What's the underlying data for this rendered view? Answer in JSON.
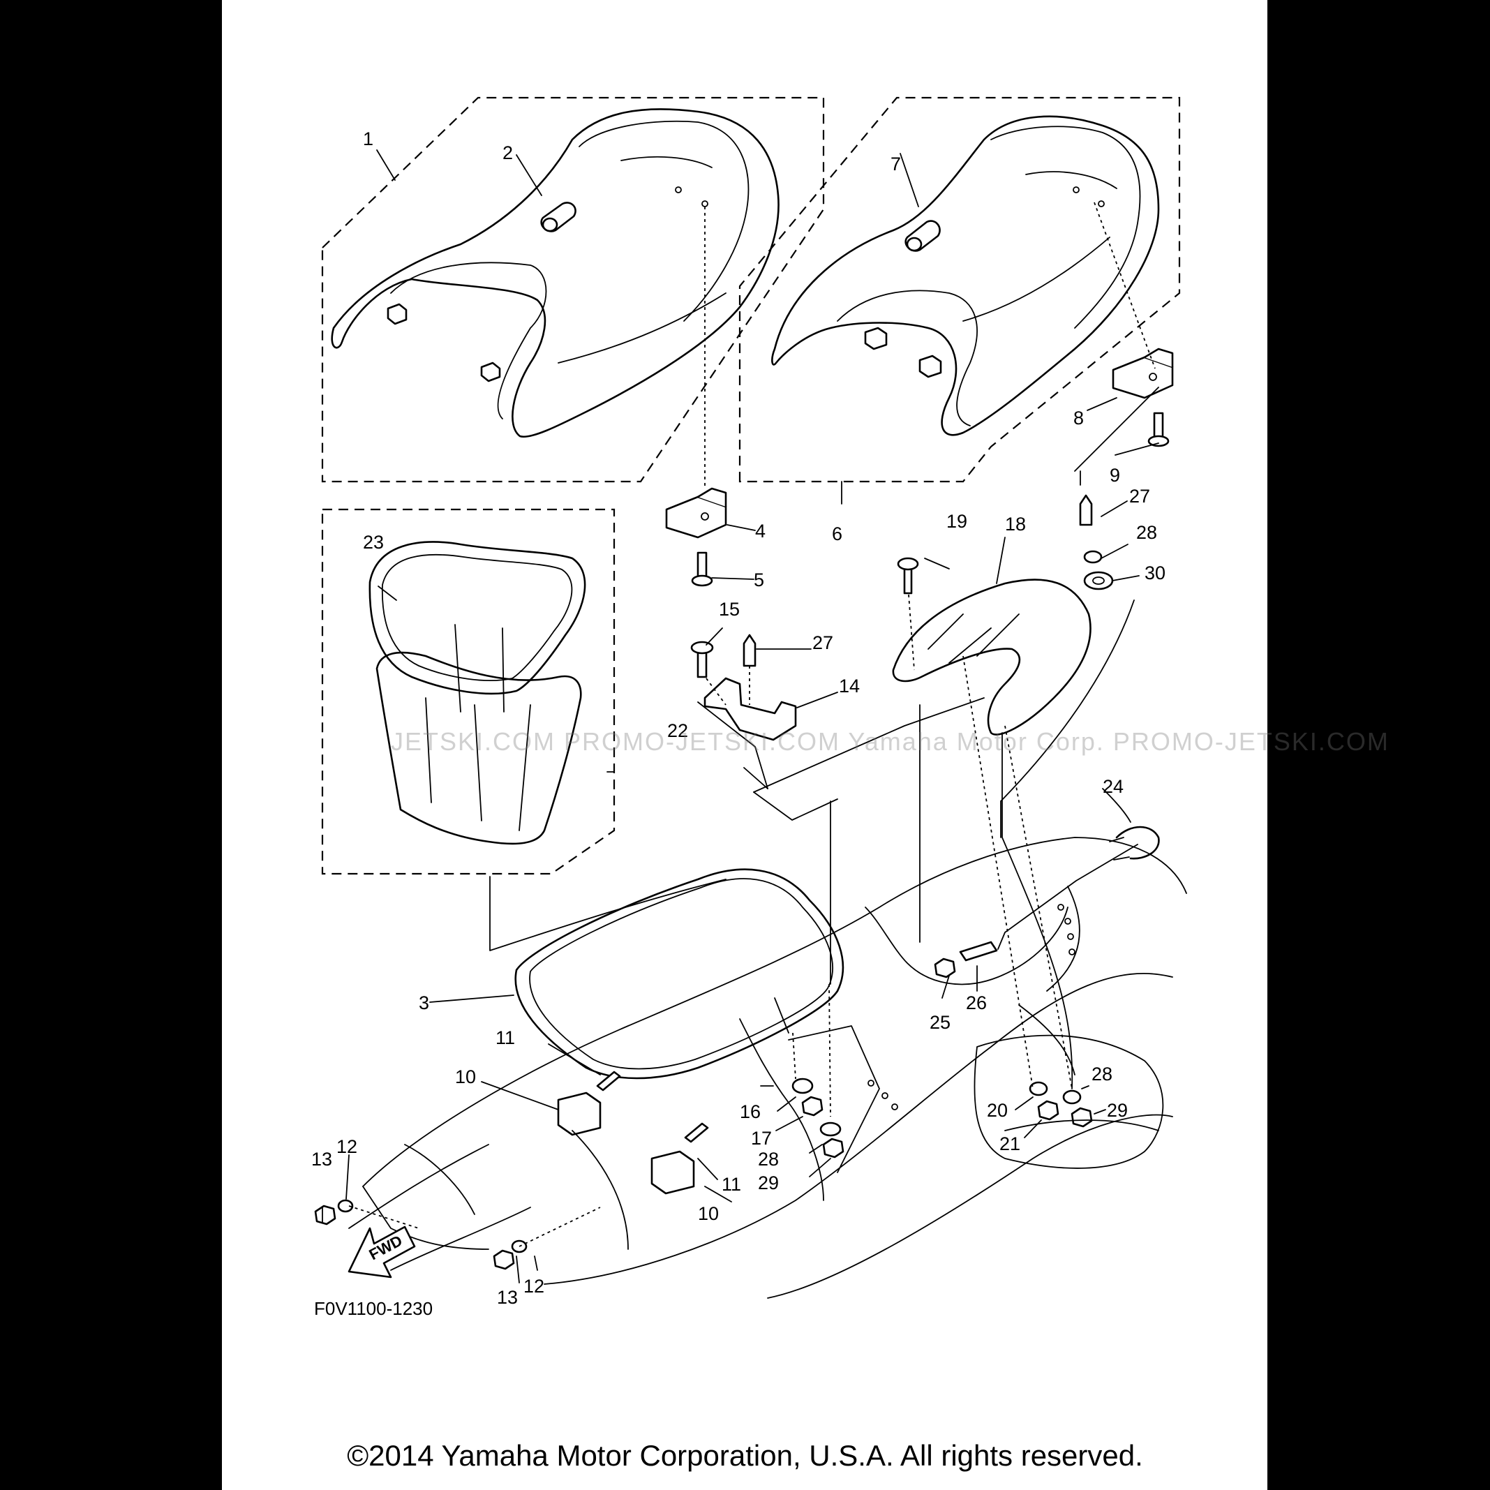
{
  "diagram": {
    "drawing_code": "F0V1100-1230",
    "fwd_label": "FWD",
    "watermark": "JETSKI.COM  PROMO-JETSKI.COM  Yamaha Motor Corp.  PROMO-JETSKI.COM",
    "copyright": "©2014 Yamaha Motor Corporation, U.S.A. All rights reserved.",
    "callouts": [
      "1",
      "2",
      "3",
      "4",
      "5",
      "6",
      "7",
      "8",
      "9",
      "10",
      "10",
      "11",
      "11",
      "12",
      "12",
      "13",
      "13",
      "14",
      "15",
      "16",
      "17",
      "18",
      "19",
      "20",
      "21",
      "22",
      "23",
      "24",
      "25",
      "26",
      "27",
      "27",
      "28",
      "28",
      "28",
      "29",
      "29",
      "30"
    ]
  }
}
